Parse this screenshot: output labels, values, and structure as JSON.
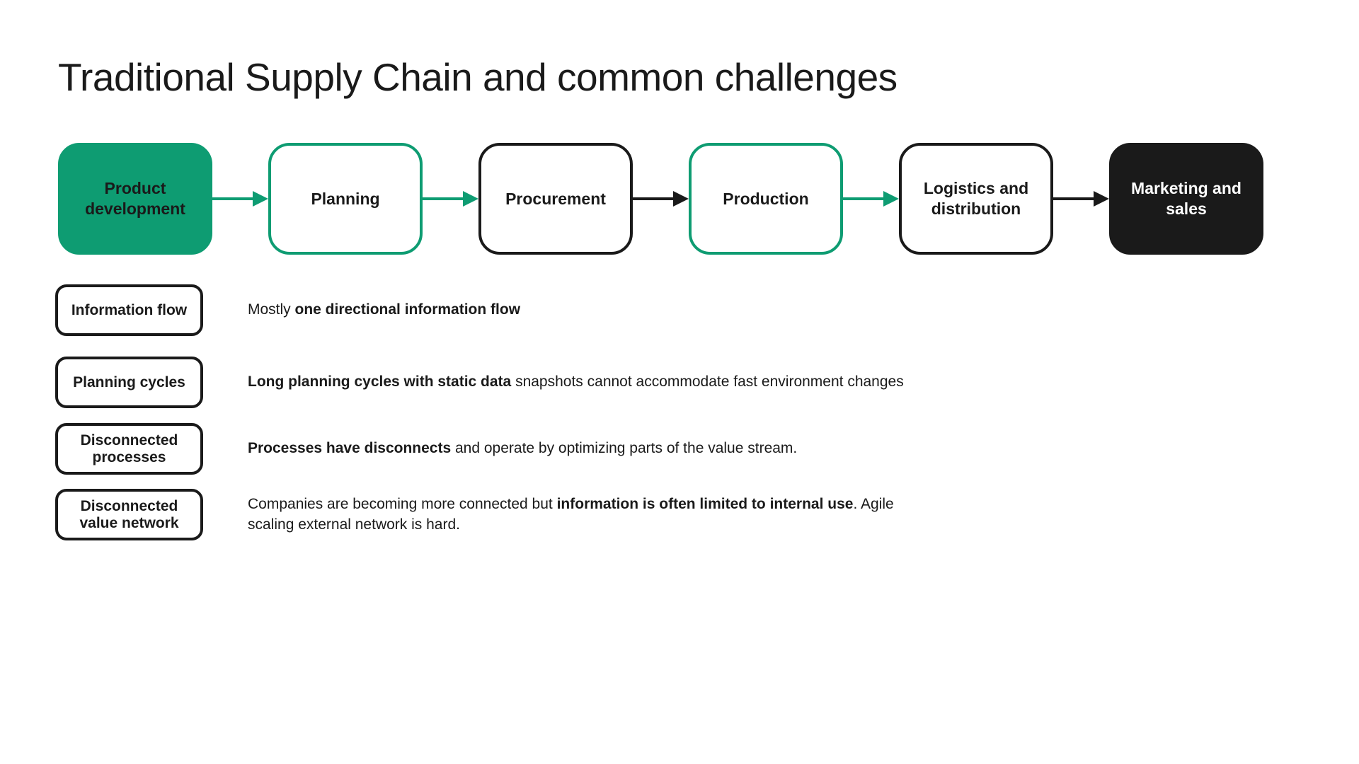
{
  "title": "Traditional Supply Chain and common challenges",
  "colors": {
    "green": "#0E9C72",
    "ink": "#1A1A1A",
    "background": "#FFFFFF"
  },
  "chain": {
    "boxes": [
      {
        "label": "Product development",
        "variant": "green-fill"
      },
      {
        "label": "Planning",
        "variant": "green-outline"
      },
      {
        "label": "Procurement",
        "variant": "black-outline"
      },
      {
        "label": "Production",
        "variant": "green-outline"
      },
      {
        "label": "Logistics and distribution",
        "variant": "black-outline"
      },
      {
        "label": "Marketing and sales",
        "variant": "black-fill"
      }
    ],
    "arrows": [
      {
        "color": "green"
      },
      {
        "color": "green"
      },
      {
        "color": "black"
      },
      {
        "color": "green"
      },
      {
        "color": "black"
      }
    ]
  },
  "challenges": [
    {
      "label": "Information flow",
      "segments": [
        {
          "text": "Mostly ",
          "bold": false
        },
        {
          "text": "one directional information flow",
          "bold": true
        }
      ]
    },
    {
      "label": "Planning cycles",
      "segments": [
        {
          "text": "Long planning cycles with static data",
          "bold": true
        },
        {
          "text": " snapshots cannot accommodate fast environment changes",
          "bold": false
        }
      ]
    },
    {
      "label": "Disconnected processes",
      "segments": [
        {
          "text": "Processes have disconnects",
          "bold": true
        },
        {
          "text": " and operate by optimizing parts of the value stream.",
          "bold": false
        }
      ]
    },
    {
      "label": "Disconnected value network",
      "segments": [
        {
          "text": "Companies are becoming more connected but ",
          "bold": false
        },
        {
          "text": "information is often limited to internal use",
          "bold": true
        },
        {
          "text": ". Agile\nscaling external network is hard.",
          "bold": false
        }
      ]
    }
  ]
}
